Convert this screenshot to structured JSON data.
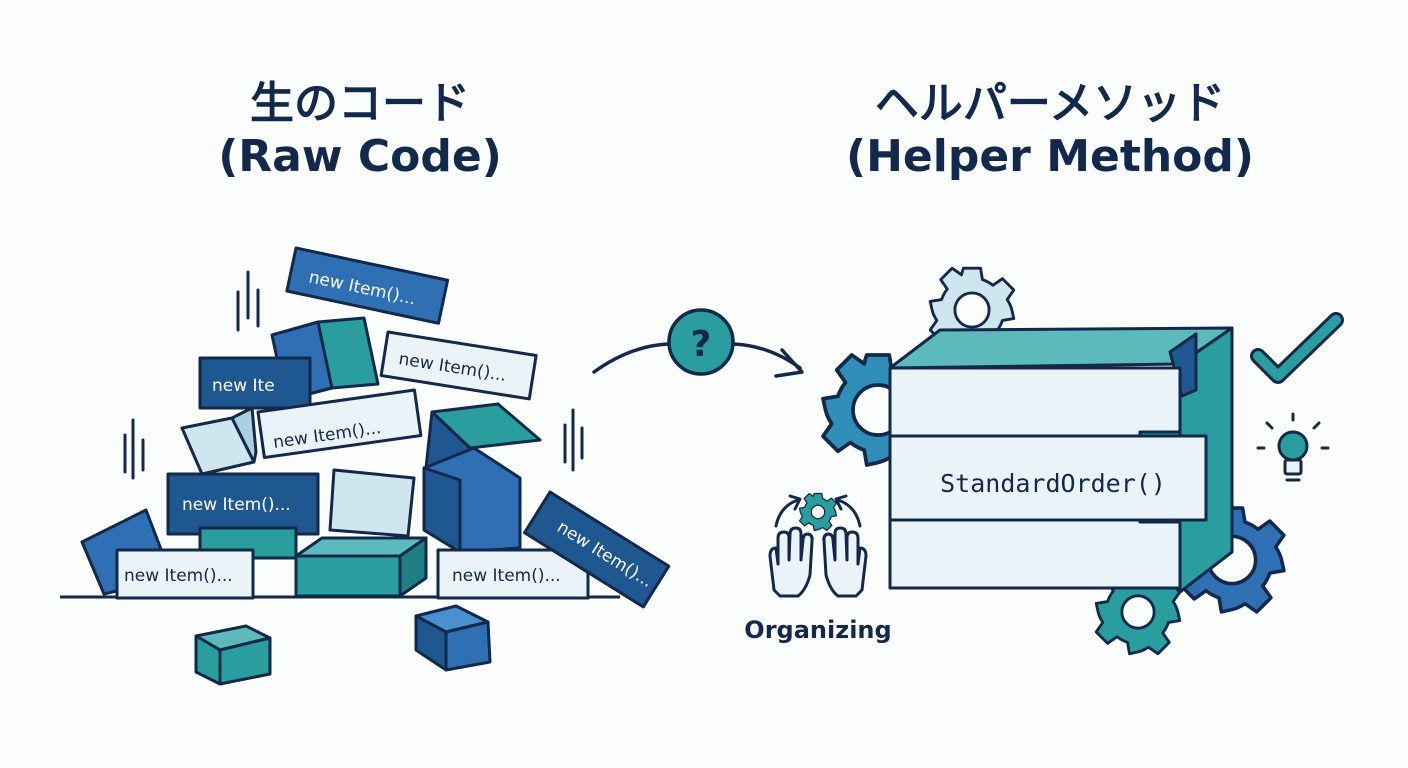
{
  "left": {
    "title_jp": "生のコード",
    "title_en": "(Raw Code)"
  },
  "right": {
    "title_jp": "ヘルパーメソッド",
    "title_en": "(Helper Method)"
  },
  "item_label": "new Item()...",
  "item_label_cut": "new Ite",
  "transition": {
    "symbol": "?"
  },
  "box_label": "StandardOrder()",
  "organizing_label": "Organizing",
  "colors": {
    "navy": "#13294b",
    "teal": "#2a9d9f",
    "blue": "#2f6fb4",
    "dark_blue": "#1f5790",
    "light_blue": "#cfe6ef",
    "pale": "#eaf3f8"
  }
}
